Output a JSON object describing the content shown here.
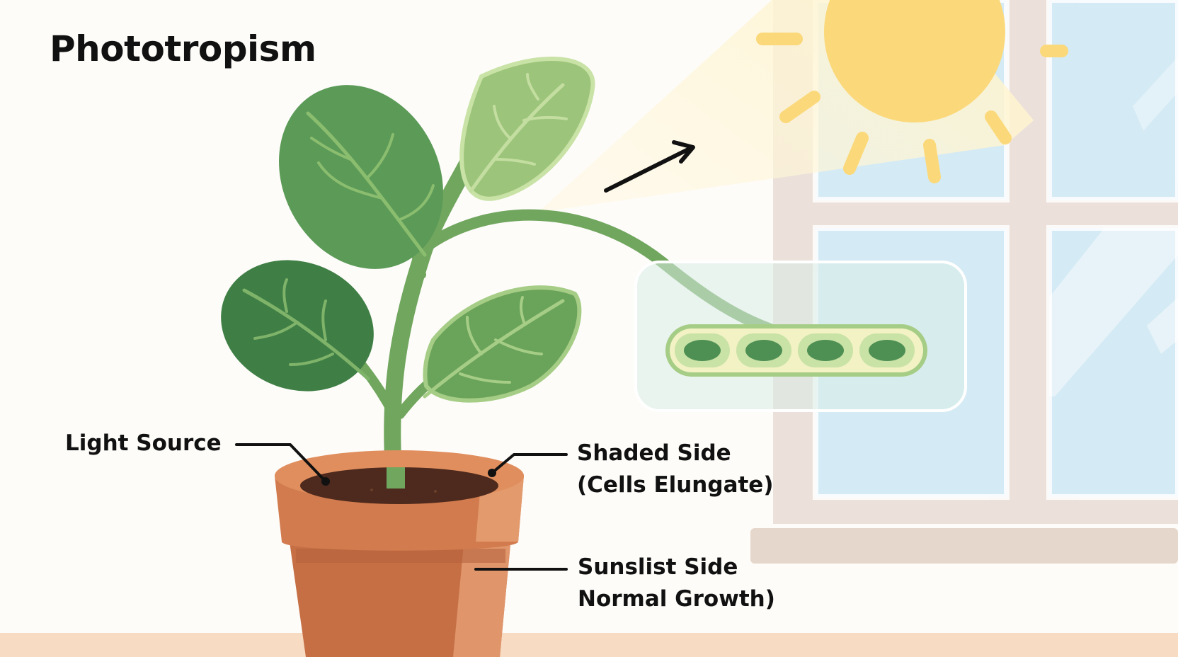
{
  "title": "Phototropism",
  "labels": {
    "light_source": "Light Source",
    "shaded_side": [
      "Shaded Side",
      "(Cells Elungate)"
    ],
    "sunlit_side": [
      "Sunslist Side",
      "Normal Growth)"
    ]
  },
  "colors": {
    "sun": "#fbd97a",
    "sky": "#d4eaf4",
    "window_frame": "#ece1da",
    "leaf_dark": "#4e8f54",
    "leaf_mid": "#69a35b",
    "leaf_light": "#9cc47a",
    "stem": "#71a65e",
    "pot": "#cf7a4c",
    "pot_rim": "#df8b5c",
    "soil": "#4d2a1d",
    "floor": "#f7dbc2"
  },
  "icons": [
    "sun-icon",
    "arrow-right-up-icon"
  ]
}
